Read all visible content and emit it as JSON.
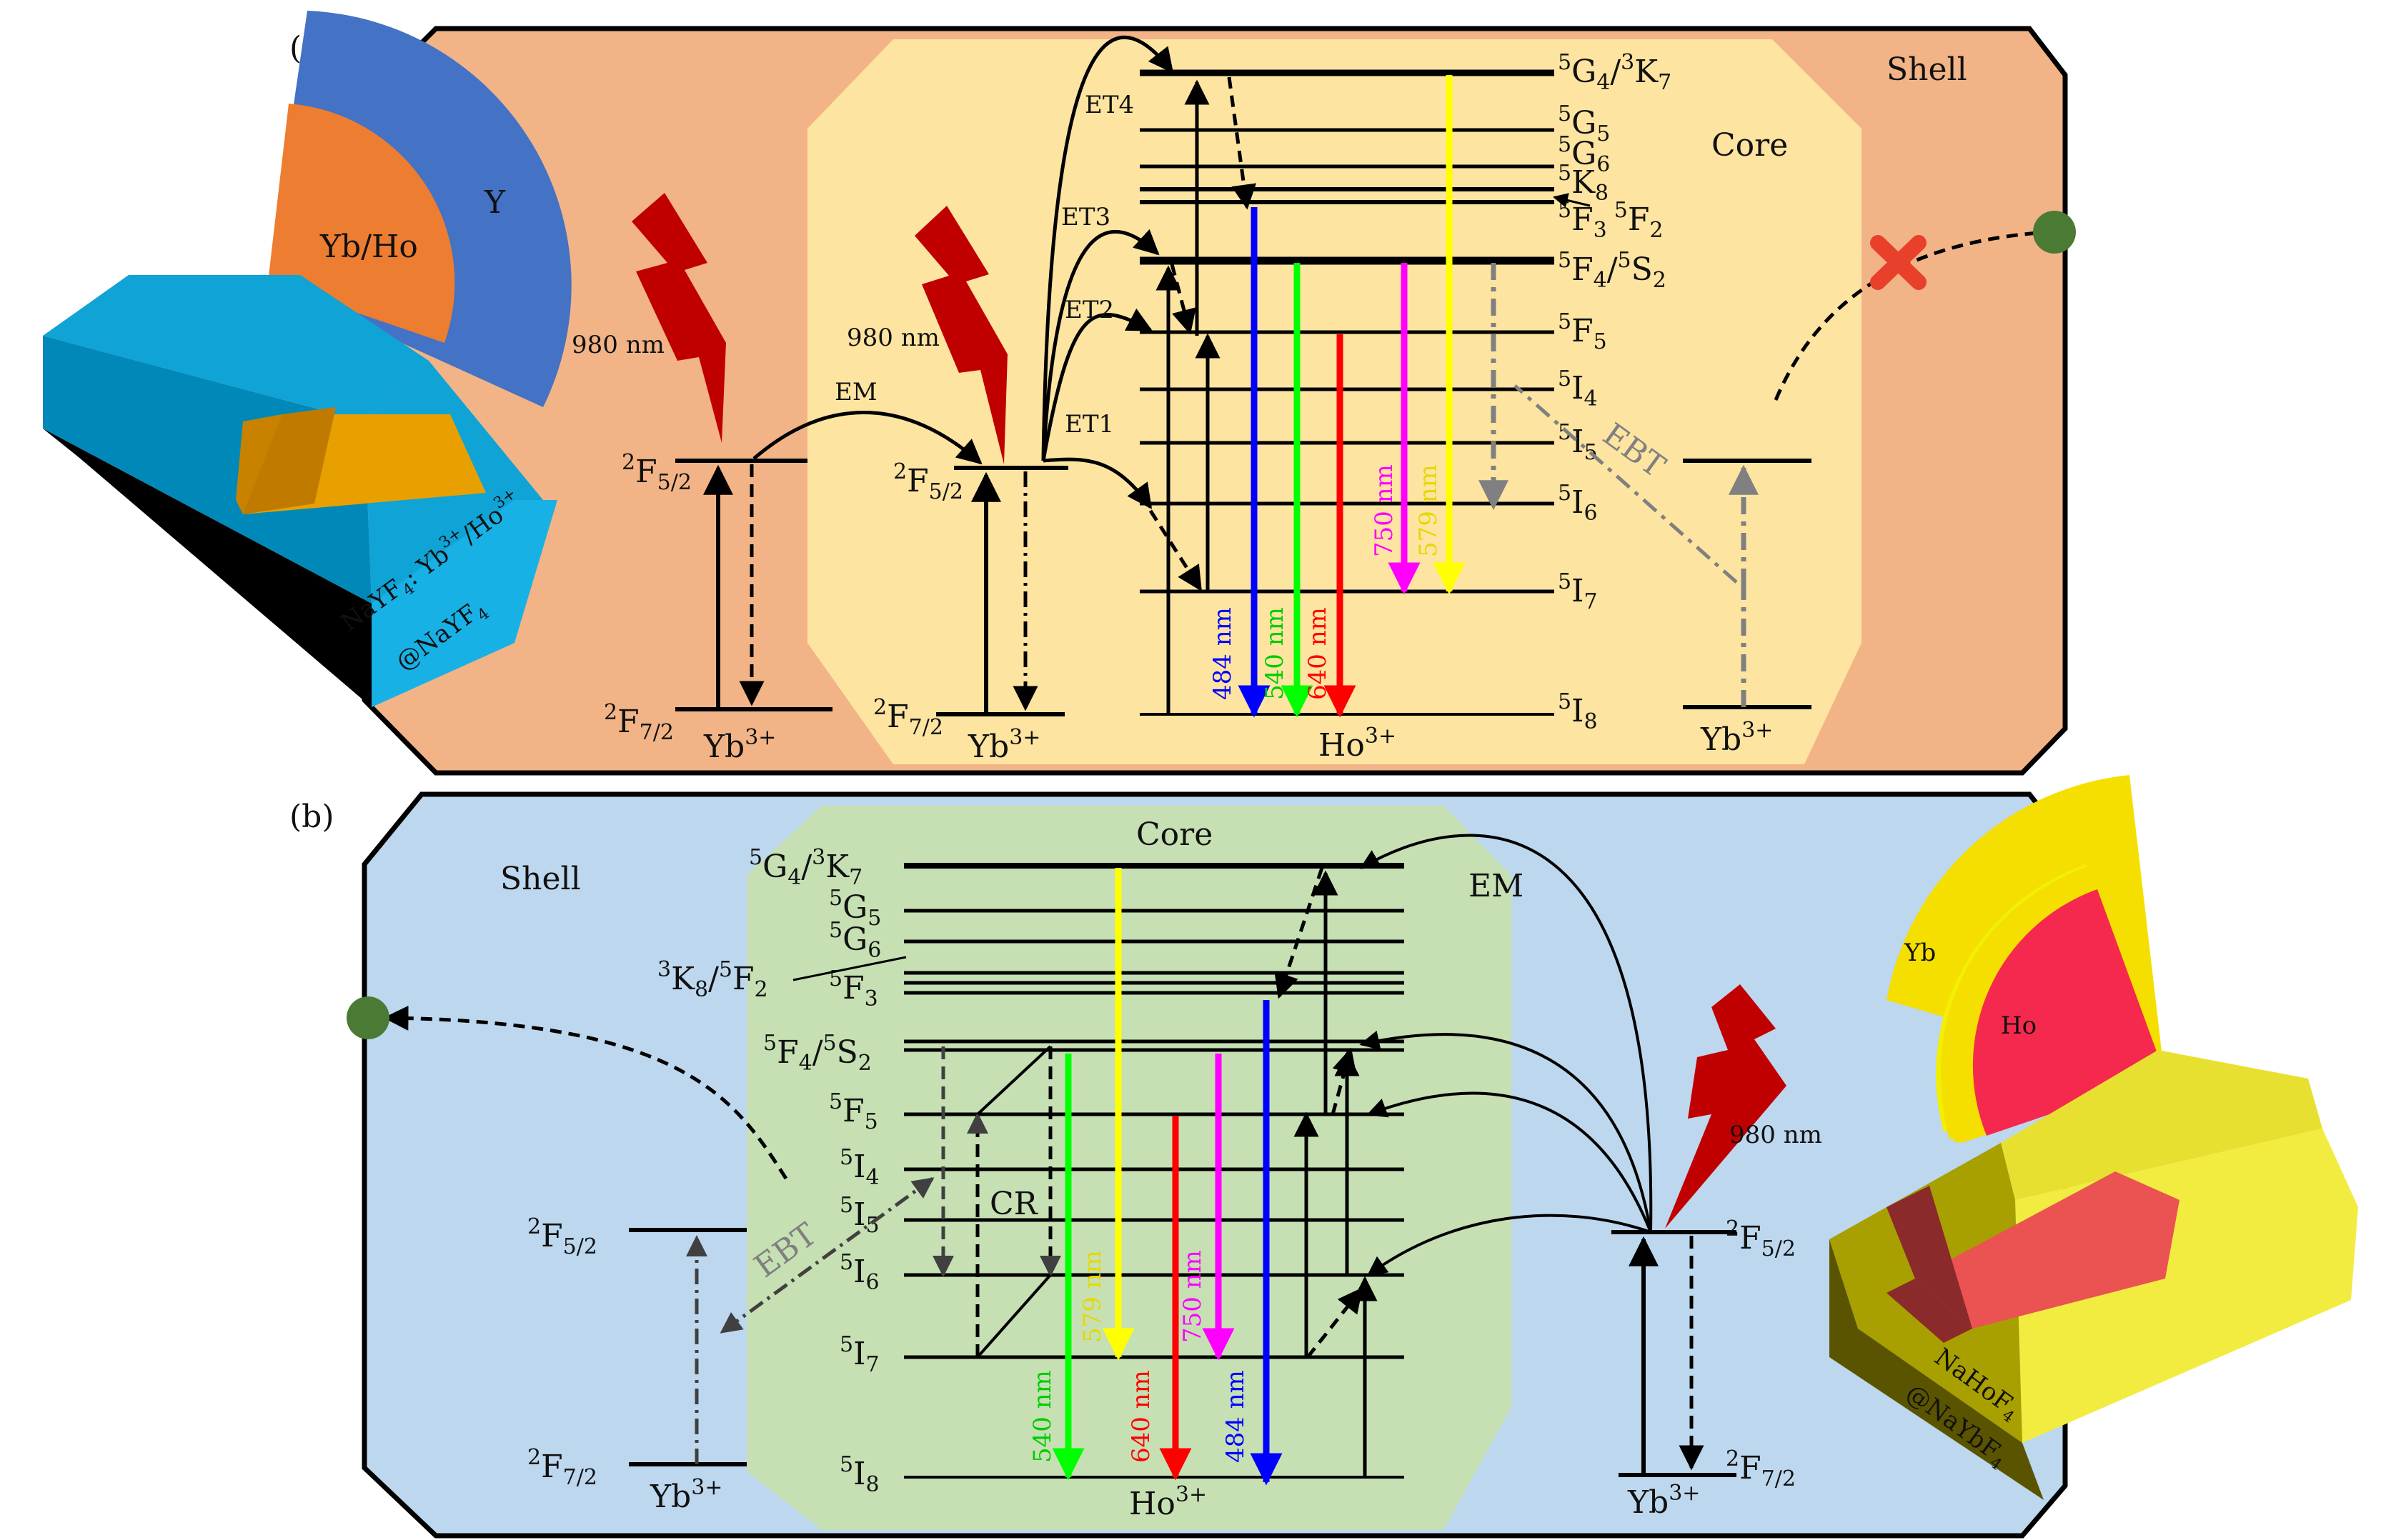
{
  "colors": {
    "panel_a_bg": "#f2b486",
    "panel_a_core": "#fde4a0",
    "panel_b_bg": "#bdd7ee",
    "panel_b_core": "#c6e0b4",
    "blue_arrow": "#0000ff",
    "green_arrow": "#00ff00",
    "red_arrow": "#ff0000",
    "magenta_arrow": "#ff00ff",
    "yellow_arrow": "#ffff00",
    "lightning": "#c00000"
  },
  "panel_a": {
    "tag": "(a)",
    "shell": "Shell",
    "core": "Core",
    "nano_label_1": "NaYF",
    "nano_label_1_sub": "4",
    "nano_label_2": ": Yb",
    "nano_label_3": "@NaYF",
    "pie_outer": "Y",
    "pie_inner": "Yb/Ho",
    "excitation_1": "980 nm",
    "excitation_2": "980 nm",
    "em": "EM",
    "et1": "ET1",
    "et2": "ET2",
    "et3": "ET3",
    "et4": "ET4",
    "ebt": "EBT",
    "yb_ion": "Yb",
    "ho_ion": "Ho",
    "ion_charge": "3+",
    "f52": "F",
    "f52_sub": "5/2",
    "f72_sub": "7/2",
    "sup2": "2",
    "wl": [
      "484 nm",
      "540 nm",
      "640 nm",
      "750 nm",
      "579 nm"
    ],
    "levels": [
      {
        "pre": "5",
        "name": "G",
        "sub": "4",
        "extra_pre": "3",
        "extra": "K",
        "extra_sub": "7"
      },
      {
        "pre": "5",
        "name": "G",
        "sub": "5"
      },
      {
        "pre": "5",
        "name": "G",
        "sub": "6"
      },
      {
        "pre": "5",
        "name": "K",
        "sub": "8"
      },
      {
        "pre": "5",
        "name": "F",
        "sub": "3",
        "extra_pre": "5",
        "extra": "F",
        "extra_sub": "2"
      },
      {
        "pre": "5",
        "name": "F",
        "sub": "4",
        "extra_pre": "5",
        "extra": "S",
        "extra_sub": "2"
      },
      {
        "pre": "5",
        "name": "F",
        "sub": "5"
      },
      {
        "pre": "5",
        "name": "I",
        "sub": "4"
      },
      {
        "pre": "5",
        "name": "I",
        "sub": "5"
      },
      {
        "pre": "5",
        "name": "I",
        "sub": "6"
      },
      {
        "pre": "5",
        "name": "I",
        "sub": "7"
      },
      {
        "pre": "5",
        "name": "I",
        "sub": "8"
      }
    ]
  },
  "panel_b": {
    "tag": "(b)",
    "shell": "Shell",
    "core": "Core",
    "em": "EM",
    "cr": "CR",
    "ebt": "EBT",
    "excitation": "980 nm",
    "pie_outer": "Yb",
    "pie_inner": "Ho",
    "nano_label_1": "NaHoF",
    "nano_label_2": "@NaYbF",
    "sub4": "4",
    "yb_ion": "Yb",
    "ho_ion": "Ho",
    "ion_charge": "3+",
    "wl": [
      "540 nm",
      "579 nm",
      "640 nm",
      "750 nm",
      "484 nm"
    ],
    "levels_left": [
      {
        "pre": "5",
        "name": "G",
        "sub": "4",
        "extra_pre": "3",
        "extra": "K",
        "extra_sub": "7"
      },
      {
        "pre": "5",
        "name": "G",
        "sub": "5"
      },
      {
        "pre": "5",
        "name": "G",
        "sub": "6"
      },
      {
        "pre": "3",
        "name": "K",
        "sub": "8",
        "extra_pre": "5",
        "extra": "F",
        "extra_sub": "2"
      },
      {
        "pre": "5",
        "name": "F",
        "sub": "3"
      },
      {
        "pre": "5",
        "name": "F",
        "sub": "4",
        "extra_pre": "5",
        "extra": "S",
        "extra_sub": "2"
      },
      {
        "pre": "5",
        "name": "F",
        "sub": "5"
      },
      {
        "pre": "5",
        "name": "I",
        "sub": "4"
      },
      {
        "pre": "5",
        "name": "I",
        "sub": "5"
      },
      {
        "pre": "5",
        "name": "I",
        "sub": "6"
      },
      {
        "pre": "5",
        "name": "I",
        "sub": "7"
      },
      {
        "pre": "5",
        "name": "I",
        "sub": "8"
      }
    ]
  }
}
